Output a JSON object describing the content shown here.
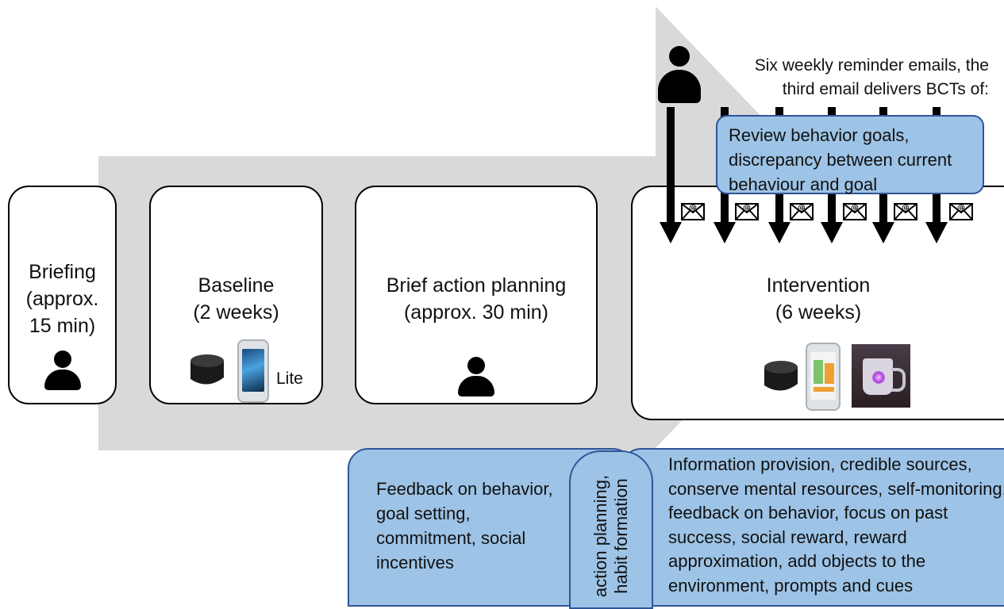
{
  "phases": [
    {
      "id": "briefing",
      "label": "Briefing\n(approx.\n15 min)",
      "icon": "person-icon"
    },
    {
      "id": "baseline",
      "label": "Baseline\n(2 weeks)",
      "icons": [
        "wearable-ring-icon",
        "smartphone-icon"
      ],
      "app_label": "Lite"
    },
    {
      "id": "planning",
      "label": "Brief action planning\n(approx. 30 min)",
      "icon": "person-icon"
    },
    {
      "id": "intervention",
      "label": "Intervention\n(6 weeks)",
      "icons": [
        "wearable-ring-icon",
        "smartphone-app-icon",
        "smart-mug-photo"
      ]
    }
  ],
  "reminders": {
    "text": "Six weekly reminder emails, the\nthird email delivers BCTs of:",
    "email_count": 6,
    "icon": "email-envelope-icon"
  },
  "bct_boxes": {
    "review": "Review behavior goals, discrepancy between current behaviour and goal",
    "planning": "Feedback on behavior, goal setting, commitment, social incentives",
    "habit": "action planning, habit formation",
    "intervention": "Information provision, credible sources, conserve mental resources, self-monitoring, feedback on behavior, focus on past success, social reward, reward approximation, add objects to the environment, prompts and cues"
  },
  "colors": {
    "timeline_arrow": "#d9d9d9",
    "bct_fill": "#9dc3e6",
    "bct_border": "#2f5597",
    "phase_border": "#000000"
  }
}
